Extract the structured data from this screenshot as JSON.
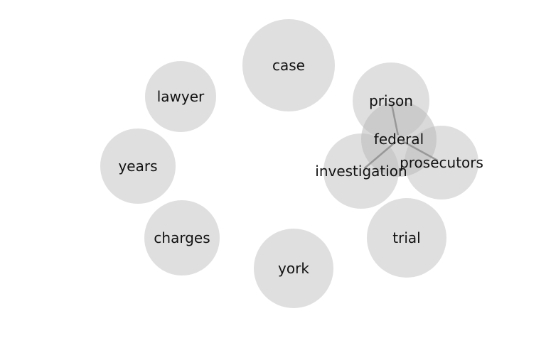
{
  "nodes": [
    {
      "id": "case",
      "label": "case"
    },
    {
      "id": "lawyer",
      "label": "lawyer"
    },
    {
      "id": "years",
      "label": "years"
    },
    {
      "id": "charges",
      "label": "charges"
    },
    {
      "id": "york",
      "label": "york"
    },
    {
      "id": "trial",
      "label": "trial"
    },
    {
      "id": "prison",
      "label": "prison"
    },
    {
      "id": "investigation",
      "label": "investigation"
    },
    {
      "id": "prosecutors",
      "label": "prosecutors"
    },
    {
      "id": "federal",
      "label": "federal"
    }
  ],
  "edges": [
    {
      "from": "federal",
      "to": "prison"
    },
    {
      "from": "federal",
      "to": "investigation"
    },
    {
      "from": "federal",
      "to": "prosecutors"
    }
  ],
  "colors": {
    "bubble": "#dcdcdc",
    "hub": "#b9b9b9",
    "edge": "#8f8f8f",
    "text": "#111111"
  }
}
